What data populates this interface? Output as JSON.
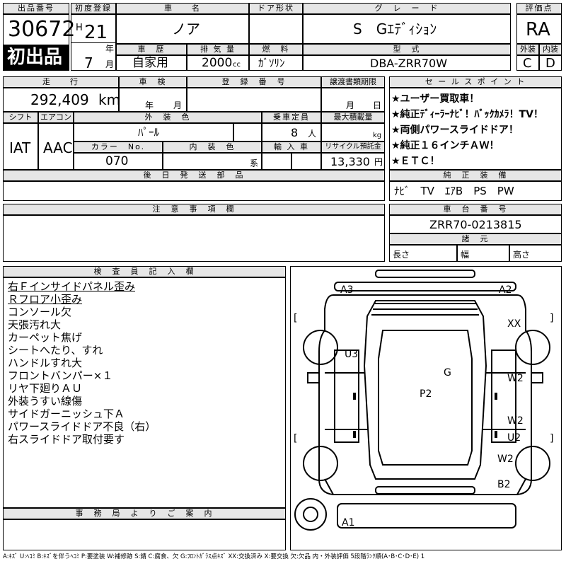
{
  "header": {
    "lot_no_label": "出品番号",
    "lot_no": "30672",
    "first_listing": "初出品",
    "first_reg_label": "初度登録",
    "era": "H",
    "year": "21",
    "year_unit": "年",
    "month": "7",
    "month_unit": "月",
    "car_name_label": "車　　名",
    "car_name": "ノア",
    "door_label": "ドア形状",
    "grade_label": "グ　レ　ー　ド",
    "grade": "S　Gｴﾃﾞｨｼｮﾝ",
    "rating_label": "評価点",
    "rating": "RA",
    "history_label": "車　歴",
    "history": "自家用",
    "displacement_label": "排 気 量",
    "displacement": "2000",
    "displacement_unit": "cc",
    "fuel_label": "燃　料",
    "fuel": "ｶﾞｿﾘﾝ",
    "model_label": "型　式",
    "model": "DBA-ZRR70W",
    "exterior_label": "外装",
    "exterior": "C",
    "interior_label": "内装",
    "interior": "D"
  },
  "row2": {
    "mileage_label": "走　　行",
    "mileage": "292,409",
    "mileage_unit": "km",
    "inspection_label": "車　検",
    "inspection_year_unit": "年",
    "inspection_month_unit": "月",
    "reg_no_label": "登　録　番　号",
    "transfer_label": "譲渡書類期限",
    "transfer_month_unit": "月",
    "transfer_day_unit": "日",
    "shift_label": "シフト",
    "shift": "IAT",
    "ac_label": "エアコン",
    "ac": "AAC",
    "color_label": "外　装　色",
    "color": "ﾊﾟｰﾙ",
    "seats_label": "乗車定員",
    "seats": "8",
    "seats_unit": "人",
    "load_label": "最大積載量",
    "load_unit": "kg",
    "color_no_label": "カラー　No.",
    "color_no": "070",
    "int_color_label": "内　装　色",
    "int_color_unit": "系",
    "import_label": "輸 入 車",
    "recycle_label": "リサイクル預託金",
    "recycle": "13,330",
    "recycle_unit": "円",
    "later_parts_label": "後　日　発　送　部　品"
  },
  "sales_points": {
    "label": "セ ー ル ス ポ イ ン ト",
    "lines": [
      "★ユーザー買取車！",
      "★純正ﾃﾞｨｰﾗｰﾅﾋﾞ！ﾊﾞｯｸｶﾒﾗ！TV！",
      "★両側パワースライドドア！",
      "★純正１６インチＡＷ！",
      "★ＥＴＣ！"
    ]
  },
  "equipment": {
    "label": "純　正　装　備",
    "value": "ﾅﾋﾞ　TV　ｴｱB　PS　PW"
  },
  "caution": {
    "label": "注　意　事　項　欄"
  },
  "chassis": {
    "label": "車　台　番　号",
    "value": "ZRR70-0213815",
    "dims_label": "諸　元",
    "length_label": "長さ",
    "width_label": "幅",
    "height_label": "高さ"
  },
  "inspector": {
    "label": "検　査　員　記　入　欄",
    "lines": [
      "右Ｆインサイドパネル歪み",
      "Ｒフロア小歪み",
      "コンソール欠",
      "天張汚れ大",
      "カーペット焦げ",
      "シートへたり、すれ",
      "ハンドルすれ大",
      "フロントバンパー×１",
      "リヤ下廻りＡＵ",
      "外装うすい線傷",
      "サイドガーニッシュ下Ａ",
      "パワースライドドア不良（右）",
      "右スライドドア取付要す"
    ]
  },
  "office": {
    "label": "事　務　局　よ　り　ご　案　内"
  },
  "diagram": {
    "marks": {
      "a3": "A3",
      "a2": "A2",
      "xx": "XX",
      "u3": "U3",
      "g": "G",
      "w2a": "W2",
      "p2": "P2",
      "w2b": "W2",
      "u2": "U2",
      "w2c": "W2",
      "b2": "B2",
      "a1": "A1"
    },
    "bracket_left": "[",
    "bracket_right": "]"
  },
  "legend": "A:ｷｽﾞ U:ﾍｺﾐ B:ｷｽﾞを伴うﾍｺﾐ P:要塗装 W:補修跡 S:錆 C:腐食、欠 G:ﾌﾛﾝﾄｶﾞﾗｽ点ｷｽﾞ XX:交換済み X:要交換 欠:欠品 内・外装評価 5段階ﾗﾝｸ順(A･B･C･D･E) 1"
}
